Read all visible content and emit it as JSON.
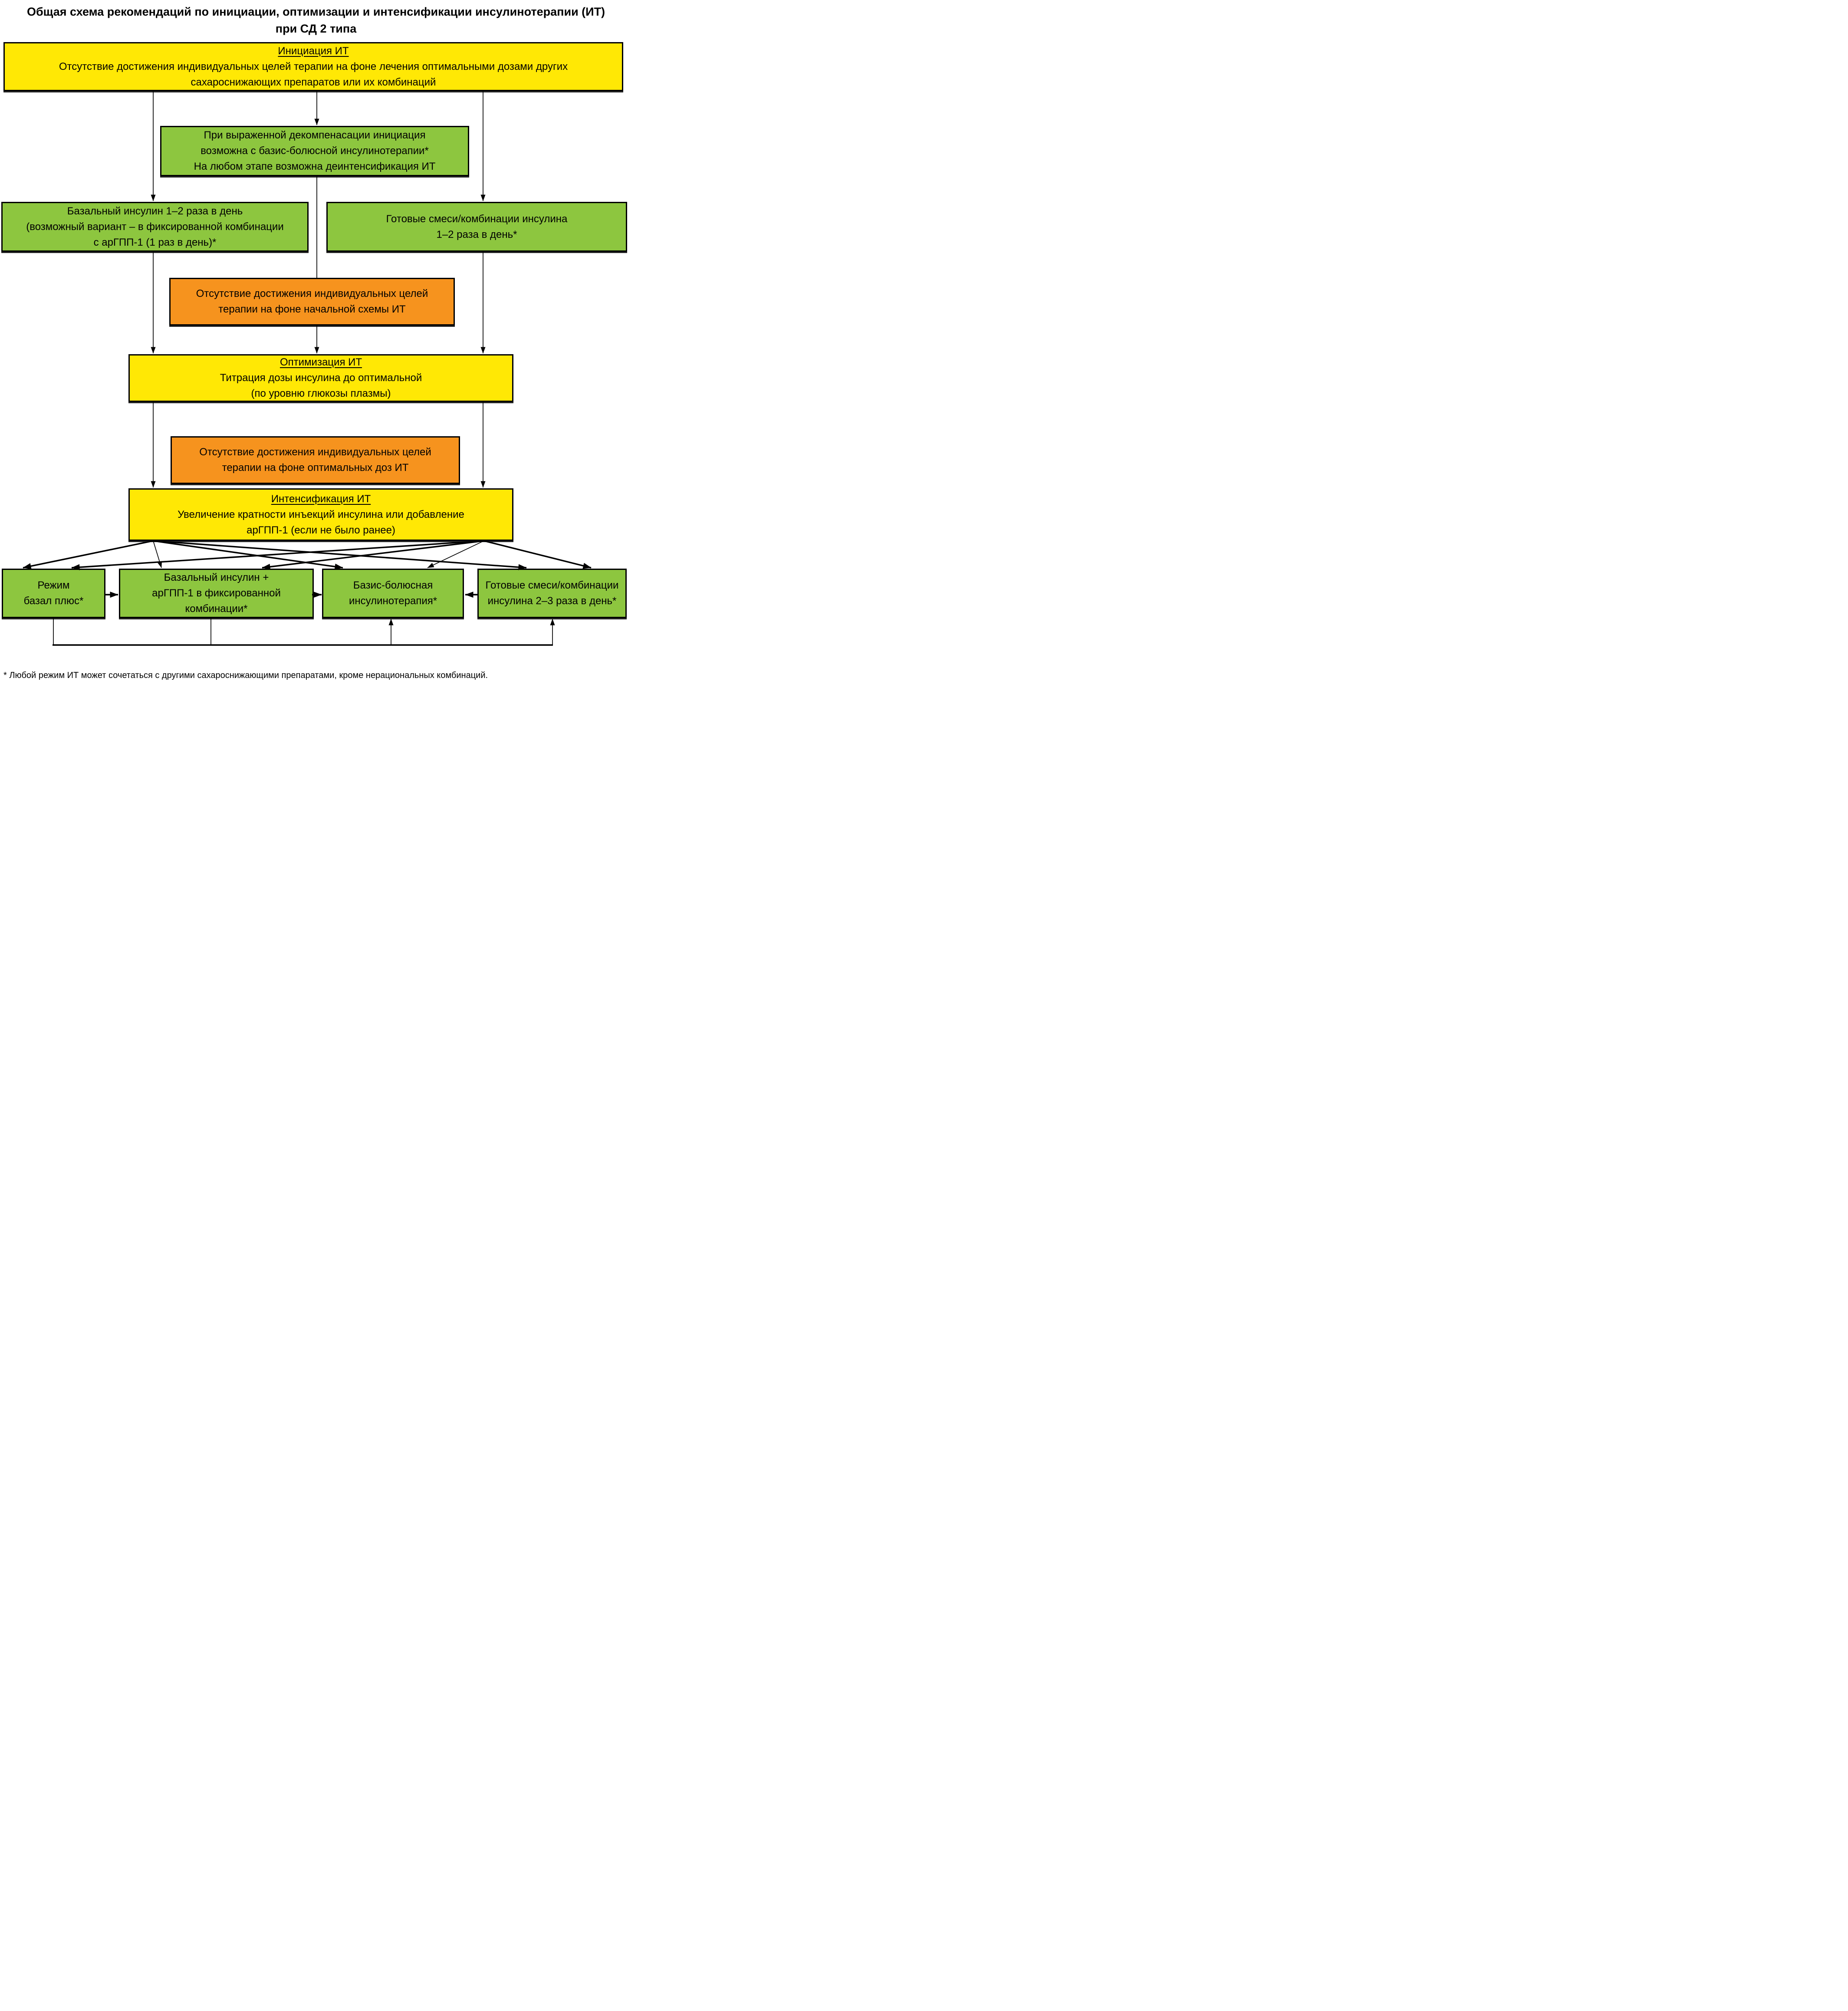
{
  "title": {
    "lines": [
      "Общая схема рекомендаций по инициации, оптимизации и интенсификации инсулинотерапии (ИТ)",
      "при СД 2 типа"
    ]
  },
  "colors": {
    "yellow": "#ffe805",
    "green": "#8dc63f",
    "orange": "#f6931e",
    "line": "#000000"
  },
  "boxes": {
    "initiation": {
      "heading": "Инициация ИТ",
      "lines": [
        "Отсутствие достижения индивидуальных целей терапии на фоне лечения оптимальными дозами других",
        "сахароснижающих препаратов или их комбинаций"
      ]
    },
    "decompensation": {
      "lines": [
        "При выраженной декомпенасации инициация",
        "возможна с базис-болюсной инсулинотерапии*",
        "На любом этапе возможна деинтенсификация ИТ"
      ]
    },
    "basal_insulin": {
      "lines": [
        "Базальный инсулин 1–2 раза в день",
        "(возможный вариант – в фиксированной комбинации",
        "с арГПП-1 (1 раз в день)*"
      ]
    },
    "premix_12": {
      "lines": [
        "Готовые смеси/комбинации инсулина",
        "1–2 раза в день*"
      ]
    },
    "fail_initial": {
      "lines": [
        "Отсутствие достижения индивидуальных целей",
        "терапии на фоне начальной схемы ИТ"
      ]
    },
    "optimization": {
      "heading": "Оптимизация ИТ",
      "lines": [
        "Титрация дозы инсулина до оптимальной",
        "(по уровню глюкозы плазмы)"
      ]
    },
    "fail_optimal": {
      "lines": [
        "Отсутствие достижения индивидуальных целей",
        "терапии на фоне оптимальных доз ИТ"
      ]
    },
    "intensification": {
      "heading": "Интенсификация ИТ",
      "lines": [
        "Увеличение кратности инъекций инсулина или добавление",
        "арГПП-1 (если не было ранее)"
      ]
    },
    "basal_plus": {
      "lines": [
        "Режим",
        "базал плюс*"
      ]
    },
    "basal_glp1_fixed": {
      "lines": [
        "Базальный инсулин +",
        "арГПП-1 в фиксированной",
        "комбинации*"
      ]
    },
    "basal_bolus": {
      "lines": [
        "Базис-болюсная",
        "инсулинотерапия*"
      ]
    },
    "premix_23": {
      "lines": [
        "Готовые смеси/комбинации",
        "инсулина 2–3 раза в день*"
      ]
    }
  },
  "footnote": "* Любой режим ИТ может сочетаться с другими сахароснижающими препаратами, кроме нерациональных комбинаций."
}
